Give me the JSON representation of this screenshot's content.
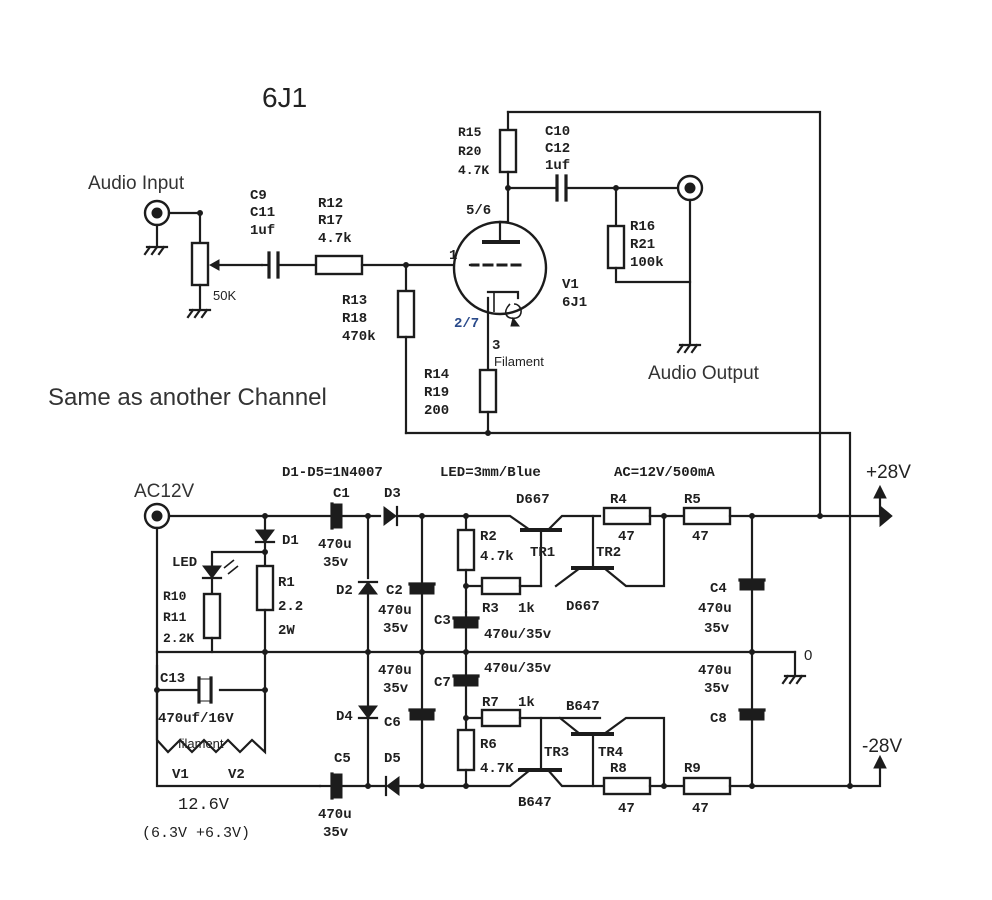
{
  "title": "6J1",
  "channel_note": "Same as another Channel",
  "input": {
    "label": "Audio Input",
    "pot": "50K"
  },
  "output": {
    "label": "Audio Output"
  },
  "c9": {
    "name": "C9",
    "name2": "C11",
    "value": "1uf"
  },
  "r12": {
    "name": "R12",
    "name2": "R17",
    "value": "4.7k"
  },
  "r13": {
    "name": "R13",
    "name2": "R18",
    "value": "470k"
  },
  "r14": {
    "name": "R14",
    "name2": "R19",
    "value": "200"
  },
  "r15": {
    "name": "R15",
    "name2": "R20",
    "value": "4.7K"
  },
  "c10": {
    "name": "C10",
    "name2": "C12",
    "value": "1uf"
  },
  "r16": {
    "name": "R16",
    "name2": "R21",
    "value": "100k"
  },
  "tube": {
    "name": "V1",
    "type": "6J1",
    "pin_plate": "5/6",
    "pin_grid": "1",
    "pin_cathode": "2/7",
    "pin_filament": "3",
    "filament_label": "Filament"
  },
  "psu": {
    "diode_note": "D1-D5=1N4007",
    "led_note": "LED=3mm/Blue",
    "ac_note": "AC=12V/500mA",
    "ac_input": "AC12V",
    "rail_pos": "+28V",
    "rail_neg": "-28V",
    "ground": "0"
  },
  "d1": "D1",
  "led": "LED",
  "r10": {
    "name": "R10",
    "name2": "R11",
    "value": "2.2K"
  },
  "r1": {
    "name": "R1",
    "value": "2.2",
    "power": "2W"
  },
  "c13": {
    "name": "C13",
    "value": "470uf/16V"
  },
  "filament_out": {
    "label": "filament",
    "v1": "V1",
    "v2": "V2",
    "voltage": "12.6V",
    "split": "(6.3V +6.3V)"
  },
  "c1": {
    "name": "C1",
    "value": "470u",
    "voltage": "35v"
  },
  "c2": {
    "name": "C2",
    "value": "470u",
    "voltage": "35v"
  },
  "c3": {
    "name": "C3",
    "value": "470u/35v"
  },
  "c4": {
    "name": "C4",
    "value": "470u",
    "voltage": "35v"
  },
  "c5": {
    "name": "C5",
    "value": "470u",
    "voltage": "35v"
  },
  "c6": {
    "name": "C6",
    "value": "470u",
    "voltage": "35v"
  },
  "c7": {
    "name": "C7",
    "value": "470u/35v"
  },
  "c8": {
    "name": "C8",
    "value": "470u",
    "voltage": "35v"
  },
  "d2": "D2",
  "d3": "D3",
  "d4": "D4",
  "d5": "D5",
  "r2": {
    "name": "R2",
    "value": "4.7k"
  },
  "r3": {
    "name": "R3",
    "value": "1k"
  },
  "r4": {
    "name": "R4",
    "value": "47"
  },
  "r5": {
    "name": "R5",
    "value": "47"
  },
  "r6": {
    "name": "R6",
    "value": "4.7K"
  },
  "r7": {
    "name": "R7",
    "value": "1k"
  },
  "r8": {
    "name": "R8",
    "value": "47"
  },
  "r9": {
    "name": "R9",
    "value": "47"
  },
  "tr1": "TR1",
  "tr2": "TR2",
  "tr3": "TR3",
  "tr4": "TR4",
  "q_npn": "D667",
  "q_pnp": "B647"
}
